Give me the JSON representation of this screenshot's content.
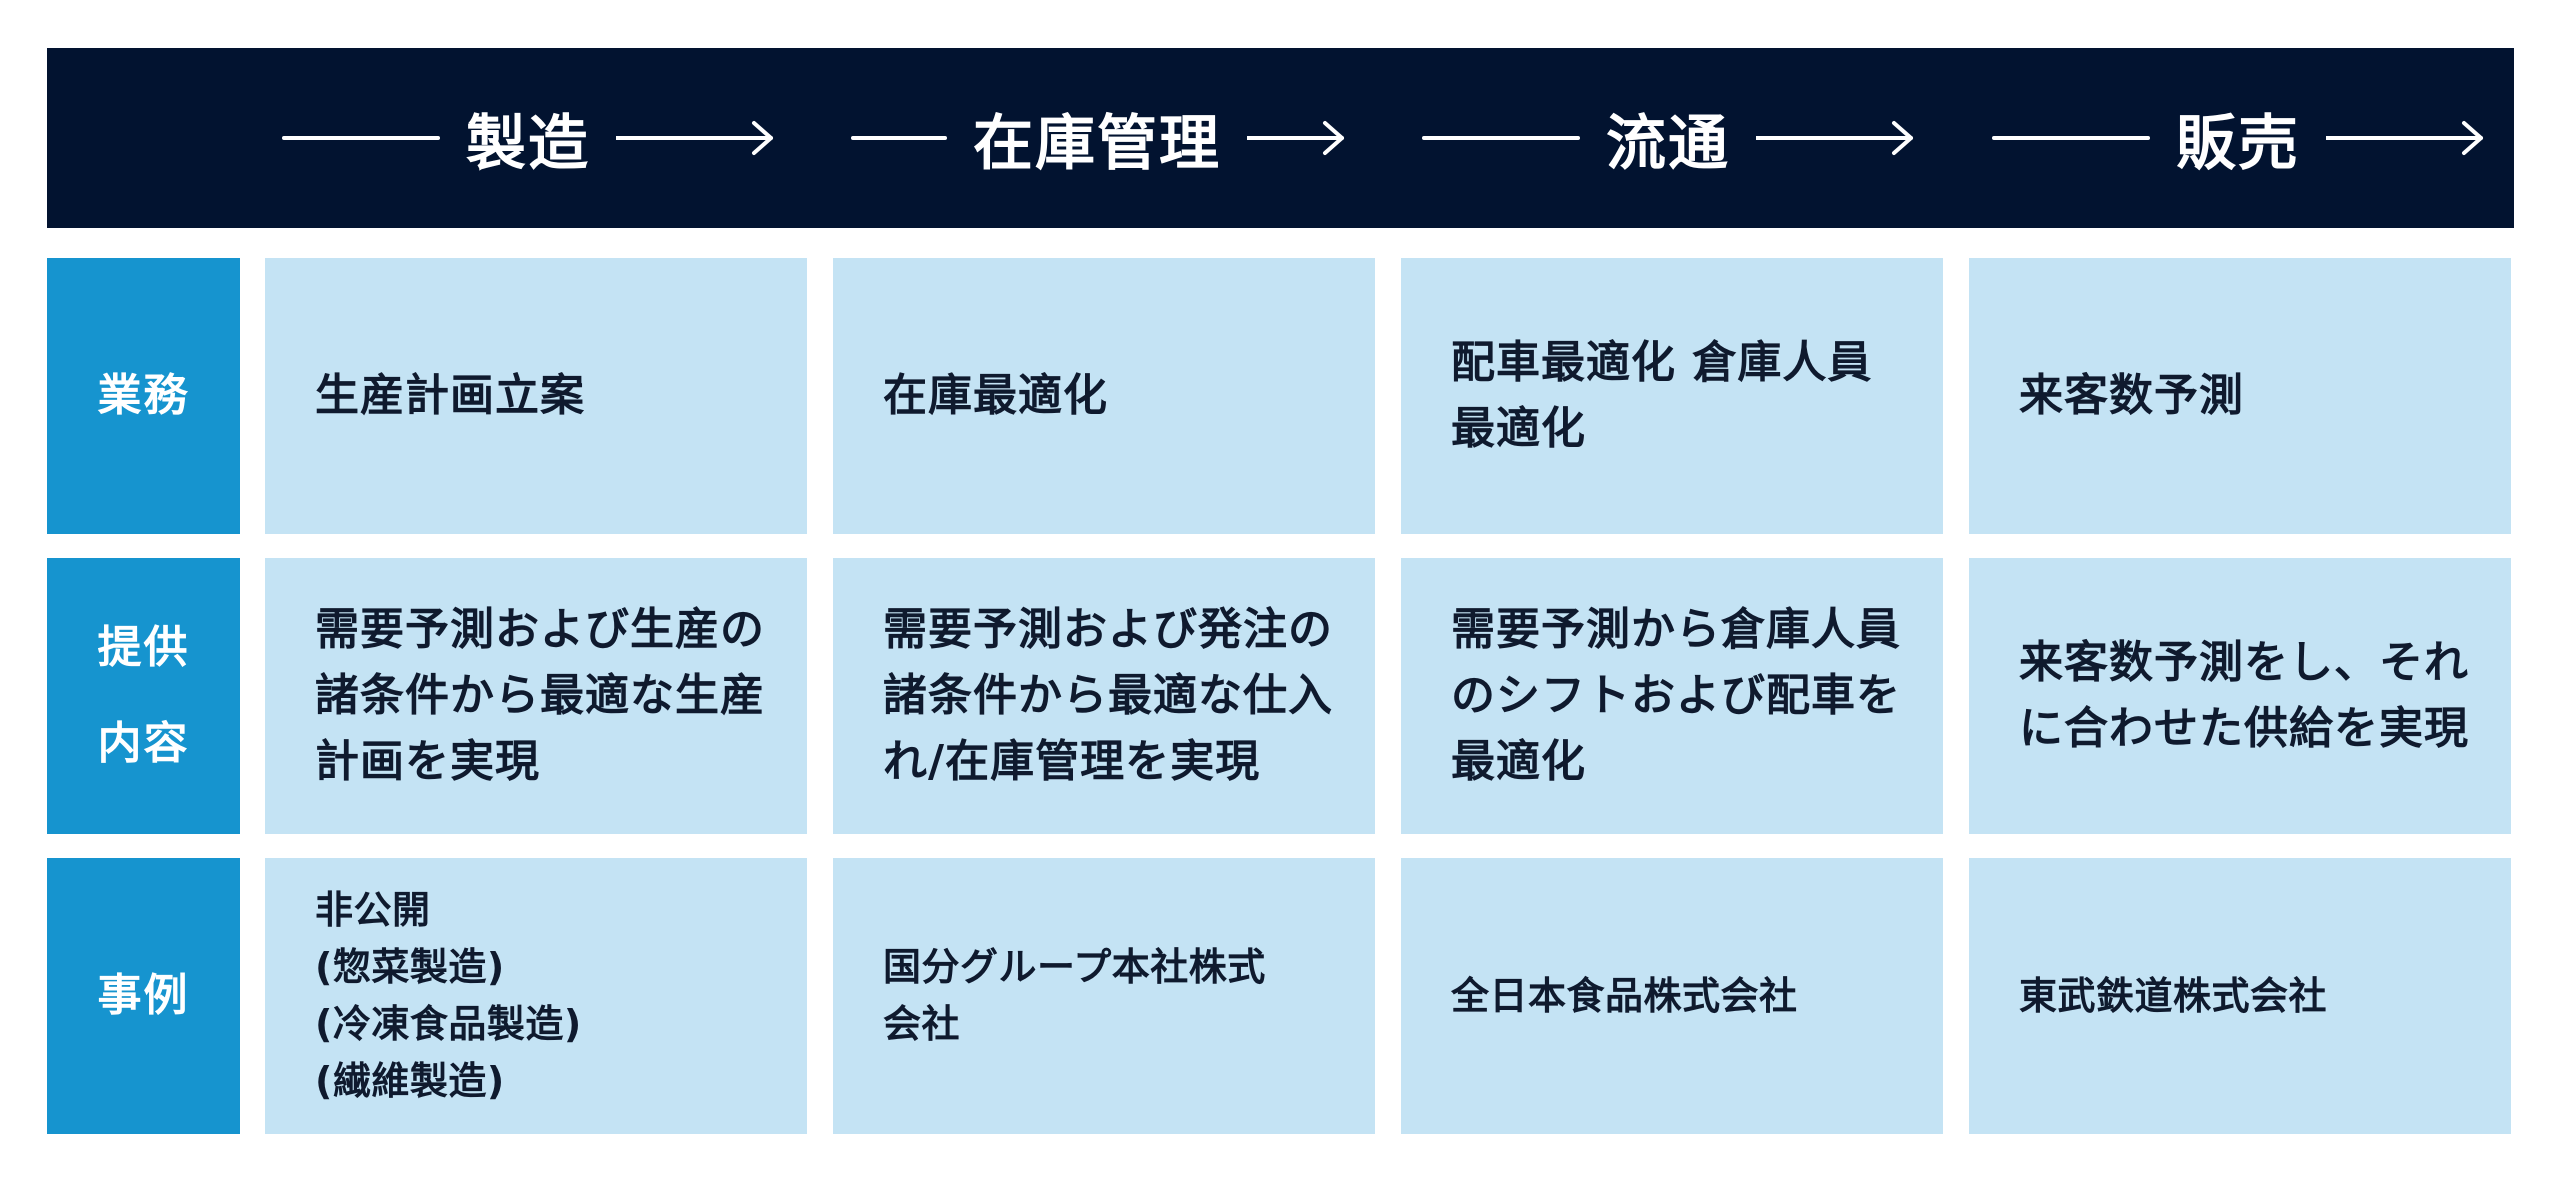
{
  "stages": [
    "製造",
    "在庫管理",
    "流通",
    "販売"
  ],
  "row_labels": {
    "business": [
      "業務"
    ],
    "offering": [
      "提供",
      "内容"
    ],
    "cases": [
      "事例"
    ]
  },
  "business": [
    "生産計画立案",
    "在庫最適化",
    "配車最適化 倉庫人員最適化",
    "来客数予測"
  ],
  "offering": [
    "需要予測および生産の諸条件から最適な生産計画を実現",
    "需要予測および発注の諸条件から最適な仕入れ/在庫管理を実現",
    "需要予測から倉庫人員のシフトおよび配車を最適化",
    "来客数予測をし、それに合わせた供給を実現"
  ],
  "cases": {
    "manufacturing": [
      "非公開",
      "(惣菜製造)",
      "(冷凍食品製造)",
      "(繊維製造)"
    ],
    "inventory": [
      "国分グループ本社株式",
      "会社"
    ],
    "distribution": "全日本食品株式会社",
    "sales": "東武鉄道株式会社"
  },
  "colors": {
    "header_bg": "#021330",
    "label_bg": "#1694cf",
    "cell_bg": "#c4e3f4",
    "text_dark": "#0f1a2e"
  }
}
